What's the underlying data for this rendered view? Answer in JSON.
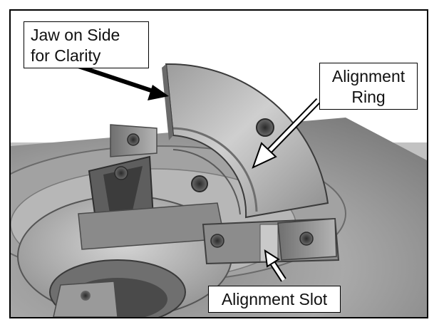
{
  "figure": {
    "subject": "jaw-and-chuck-photo",
    "callouts": {
      "jaw_side": "Jaw on Side\nfor Clarity",
      "alignment_ring": "Alignment\nRing",
      "alignment_slot": "Alignment Slot"
    }
  },
  "colors": {
    "frame": "#000000",
    "arrow_jaw": "#000000",
    "arrow_pointer": "#ffffff",
    "metal_light": "#cfcfcf",
    "metal_dark": "#5a5a5a"
  }
}
